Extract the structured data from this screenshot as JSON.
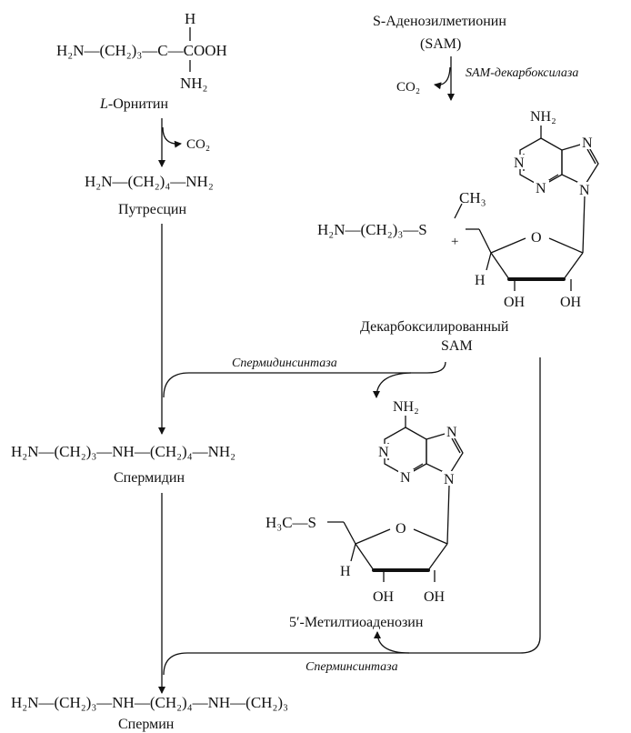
{
  "ornithine": {
    "formula_left": "H₂N—(CH₂)₃—C—COOH",
    "h": "H",
    "nh2": "NH₂",
    "name_italic": "L",
    "name_rest": "-Орнитин"
  },
  "co2_1": "CO₂",
  "putrescine": {
    "formula": "H₂N—(CH₂)₄—NH₂",
    "name": "Путресцин"
  },
  "sam": {
    "name": "S-Аденозилметионин",
    "abbr": "(SAM)",
    "enzyme": "SAM-декарбоксилаза",
    "co2": "CO₂"
  },
  "dcsam": {
    "chain": "H₂N—(CH₂)₃—S",
    "charge": "+",
    "methyl": "CH₃",
    "name_line1": "Декарбоксилированный",
    "name_line2": "SAM"
  },
  "adenine": {
    "nh2": "NH₂",
    "n": "N",
    "o": "O",
    "oh": "OH",
    "h": "H"
  },
  "enzymes": {
    "spermidine_synthase": "Спермидинсинтаза",
    "spermine_synthase": "Сперминсинтаза"
  },
  "spermidine": {
    "formula": "H₂N—(CH₂)₃—NH—(CH₂)₄—NH₂",
    "name": "Спермидин"
  },
  "mta": {
    "chain": "H₃C—S",
    "name": "5′-Метилтиоаденозин"
  },
  "spermine": {
    "formula": "H₂N—(CH₂)₃—NH—(CH₂)₄—NH—(CH₂)₃",
    "name": "Спермин"
  }
}
